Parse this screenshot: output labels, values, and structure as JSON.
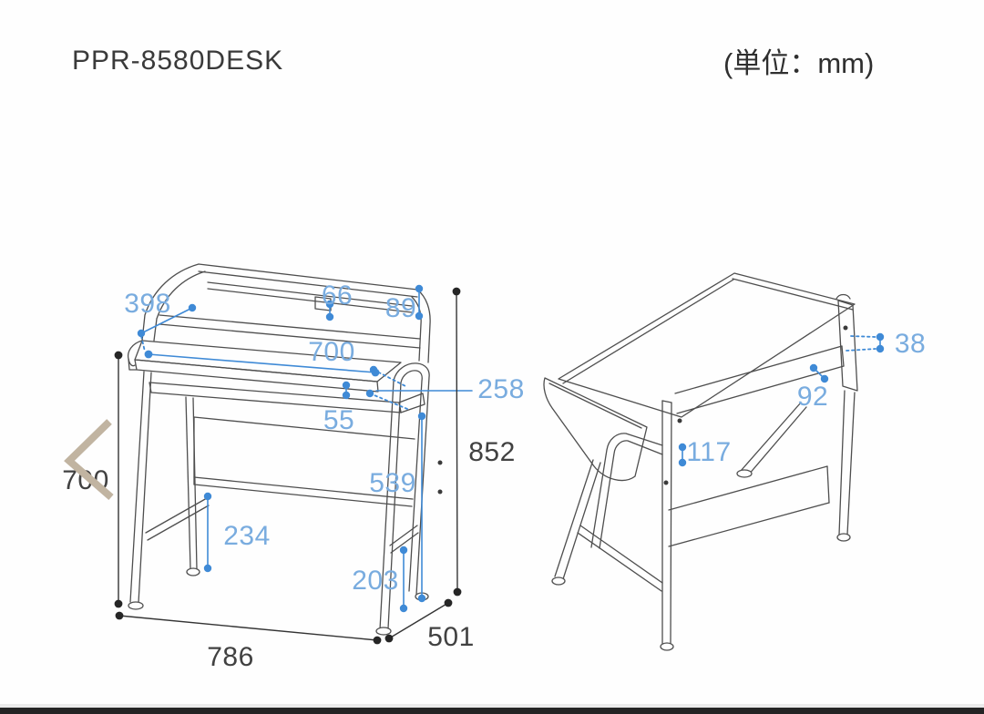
{
  "header": {
    "model_number": "PPR-8580DESK",
    "unit_note": "(単位：mm)"
  },
  "colors": {
    "dimension_blue_text": "#79ACDF",
    "dimension_blue_dot": "#3F8AD6",
    "dark_text": "#414141",
    "drawing_line": "#4E4E4E",
    "chevron_tan": "#C1B4A1",
    "bottom_bar": "#242424"
  },
  "front_view": {
    "blue_dims": {
      "back_panel_width": "398",
      "slot_width": "66",
      "back_rail_height": "89",
      "desktop_width": "700",
      "tray_thickness": "55",
      "tray_depth": "258",
      "side_frame_height": "539",
      "leg_to_floor": "234",
      "crossbar_to_floor": "203"
    },
    "dark_dims": {
      "desktop_height": "700",
      "overall_height": "852",
      "overall_width": "786",
      "overall_depth": "501"
    }
  },
  "rear_view": {
    "blue_dims": {
      "panel_gap": "38",
      "beam_width": "92",
      "post_offset": "117"
    }
  }
}
